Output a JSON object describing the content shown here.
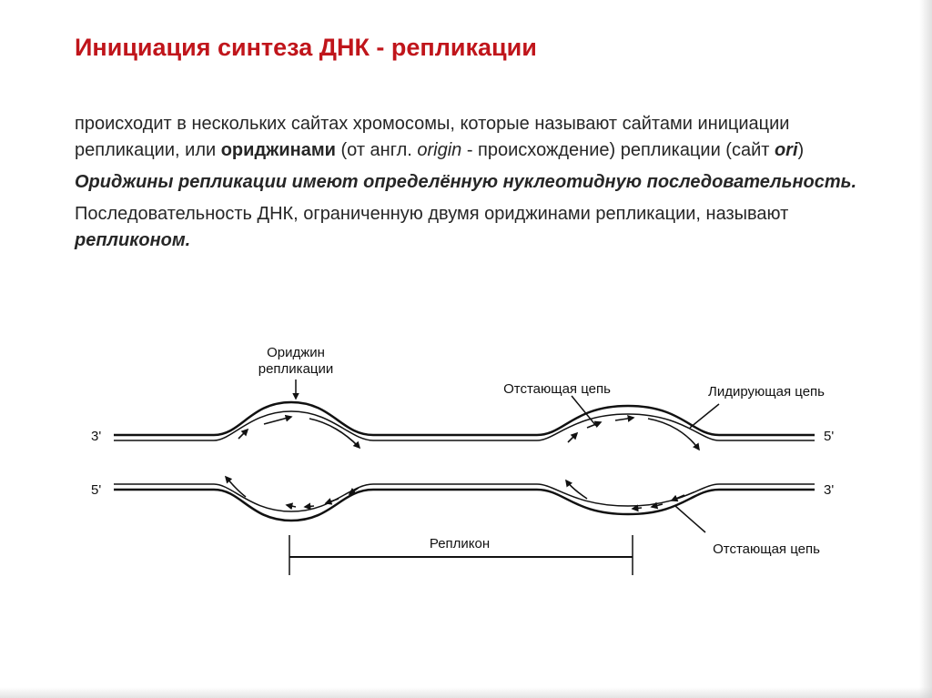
{
  "title": "Инициация синтеза ДНК - репликации",
  "paragraph1": {
    "part1": "происходит в нескольких сайтах хромосомы, которые называют сайтами инициации репликации, или ",
    "bold1": "ориджинами",
    "part2": " (от англ. ",
    "italic1": "origin",
    "part3": " - происхождение) репликации (сайт ",
    "bold2": "ori",
    "part4": ")"
  },
  "paragraph2": "Ориджины репликации имеют определённую нуклеотидную последовательность.",
  "paragraph3": {
    "part1": "Последовательность ДНК, ограниченную двумя ориджинами репликации, называют ",
    "bold1": "репликоном."
  },
  "diagram": {
    "origin_label_line1": "Ориджин",
    "origin_label_line2": "репликации",
    "lagging_strand_top": "Отстающая цепь",
    "leading_strand": "Лидирующая цепь",
    "lagging_strand_bottom": "Отстающая цепь",
    "replicon_label": "Репликон",
    "top_left_end": "3'",
    "top_right_end": "5'",
    "bottom_left_end": "5'",
    "bottom_right_end": "3'"
  }
}
